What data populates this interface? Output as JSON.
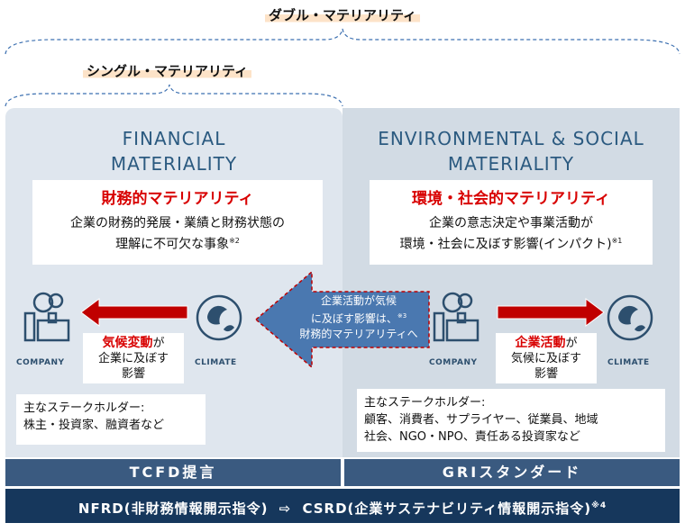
{
  "double_label": "ダブル・マテリアリティ",
  "single_label": "シングル・マテリアリティ",
  "financial": {
    "title_en_1": "FINANCIAL",
    "title_en_2": "MATERIALITY",
    "title_ja": "財務的マテリアリティ",
    "desc_1": "企業の財務的発展・業績と財務状態の",
    "desc_2": "理解に不可欠な事象",
    "note": "※2",
    "company_label": "COMPANY",
    "climate_label": "CLIMATE",
    "effect_red": "気候変動",
    "effect_1": "が",
    "effect_2": "企業に及ぼす",
    "effect_3": "影響",
    "stakeholder_title": "主なステークホルダー:",
    "stakeholder_list": "株主・投資家、融資者など"
  },
  "environmental": {
    "title_en_1": "ENVIRONMENTAL & SOCIAL",
    "title_en_2": "MATERIALITY",
    "title_ja": "環境・社会的マテリアリティ",
    "desc_1": "企業の意志決定や事業活動が",
    "desc_2": "環境・社会に及ぼす影響(インパクト)",
    "note": "※1",
    "company_label": "COMPANY",
    "climate_label": "CLIMATE",
    "effect_red": "企業活動",
    "effect_1": "が",
    "effect_2": "気候に及ぼす",
    "effect_3": "影響",
    "stakeholder_title": "主なステークホルダー:",
    "stakeholder_list_1": "顧客、消費者、サプライヤー、従業員、地域",
    "stakeholder_list_2": "社会、NGO・NPO、責任ある投資家など"
  },
  "center_arrow": {
    "line_1": "企業活動が気候",
    "line_2": "に及ぼす影響は、",
    "note": "※3",
    "line_3": "財務的マテリアリティへ"
  },
  "tcfd": "TCFD提言",
  "gri": "GRIスタンダード",
  "bottom": {
    "nfrd": "NFRD(非財務情報開示指令)",
    "arrow": "⇨",
    "csrd": "CSRD(企業サステナビリティ情報開示指令)",
    "note": "※4"
  },
  "colors": {
    "red": "#d80000",
    "navy": "#16375c",
    "title_blue": "#2b5a80",
    "arrow_blue": "#4a78b0"
  }
}
